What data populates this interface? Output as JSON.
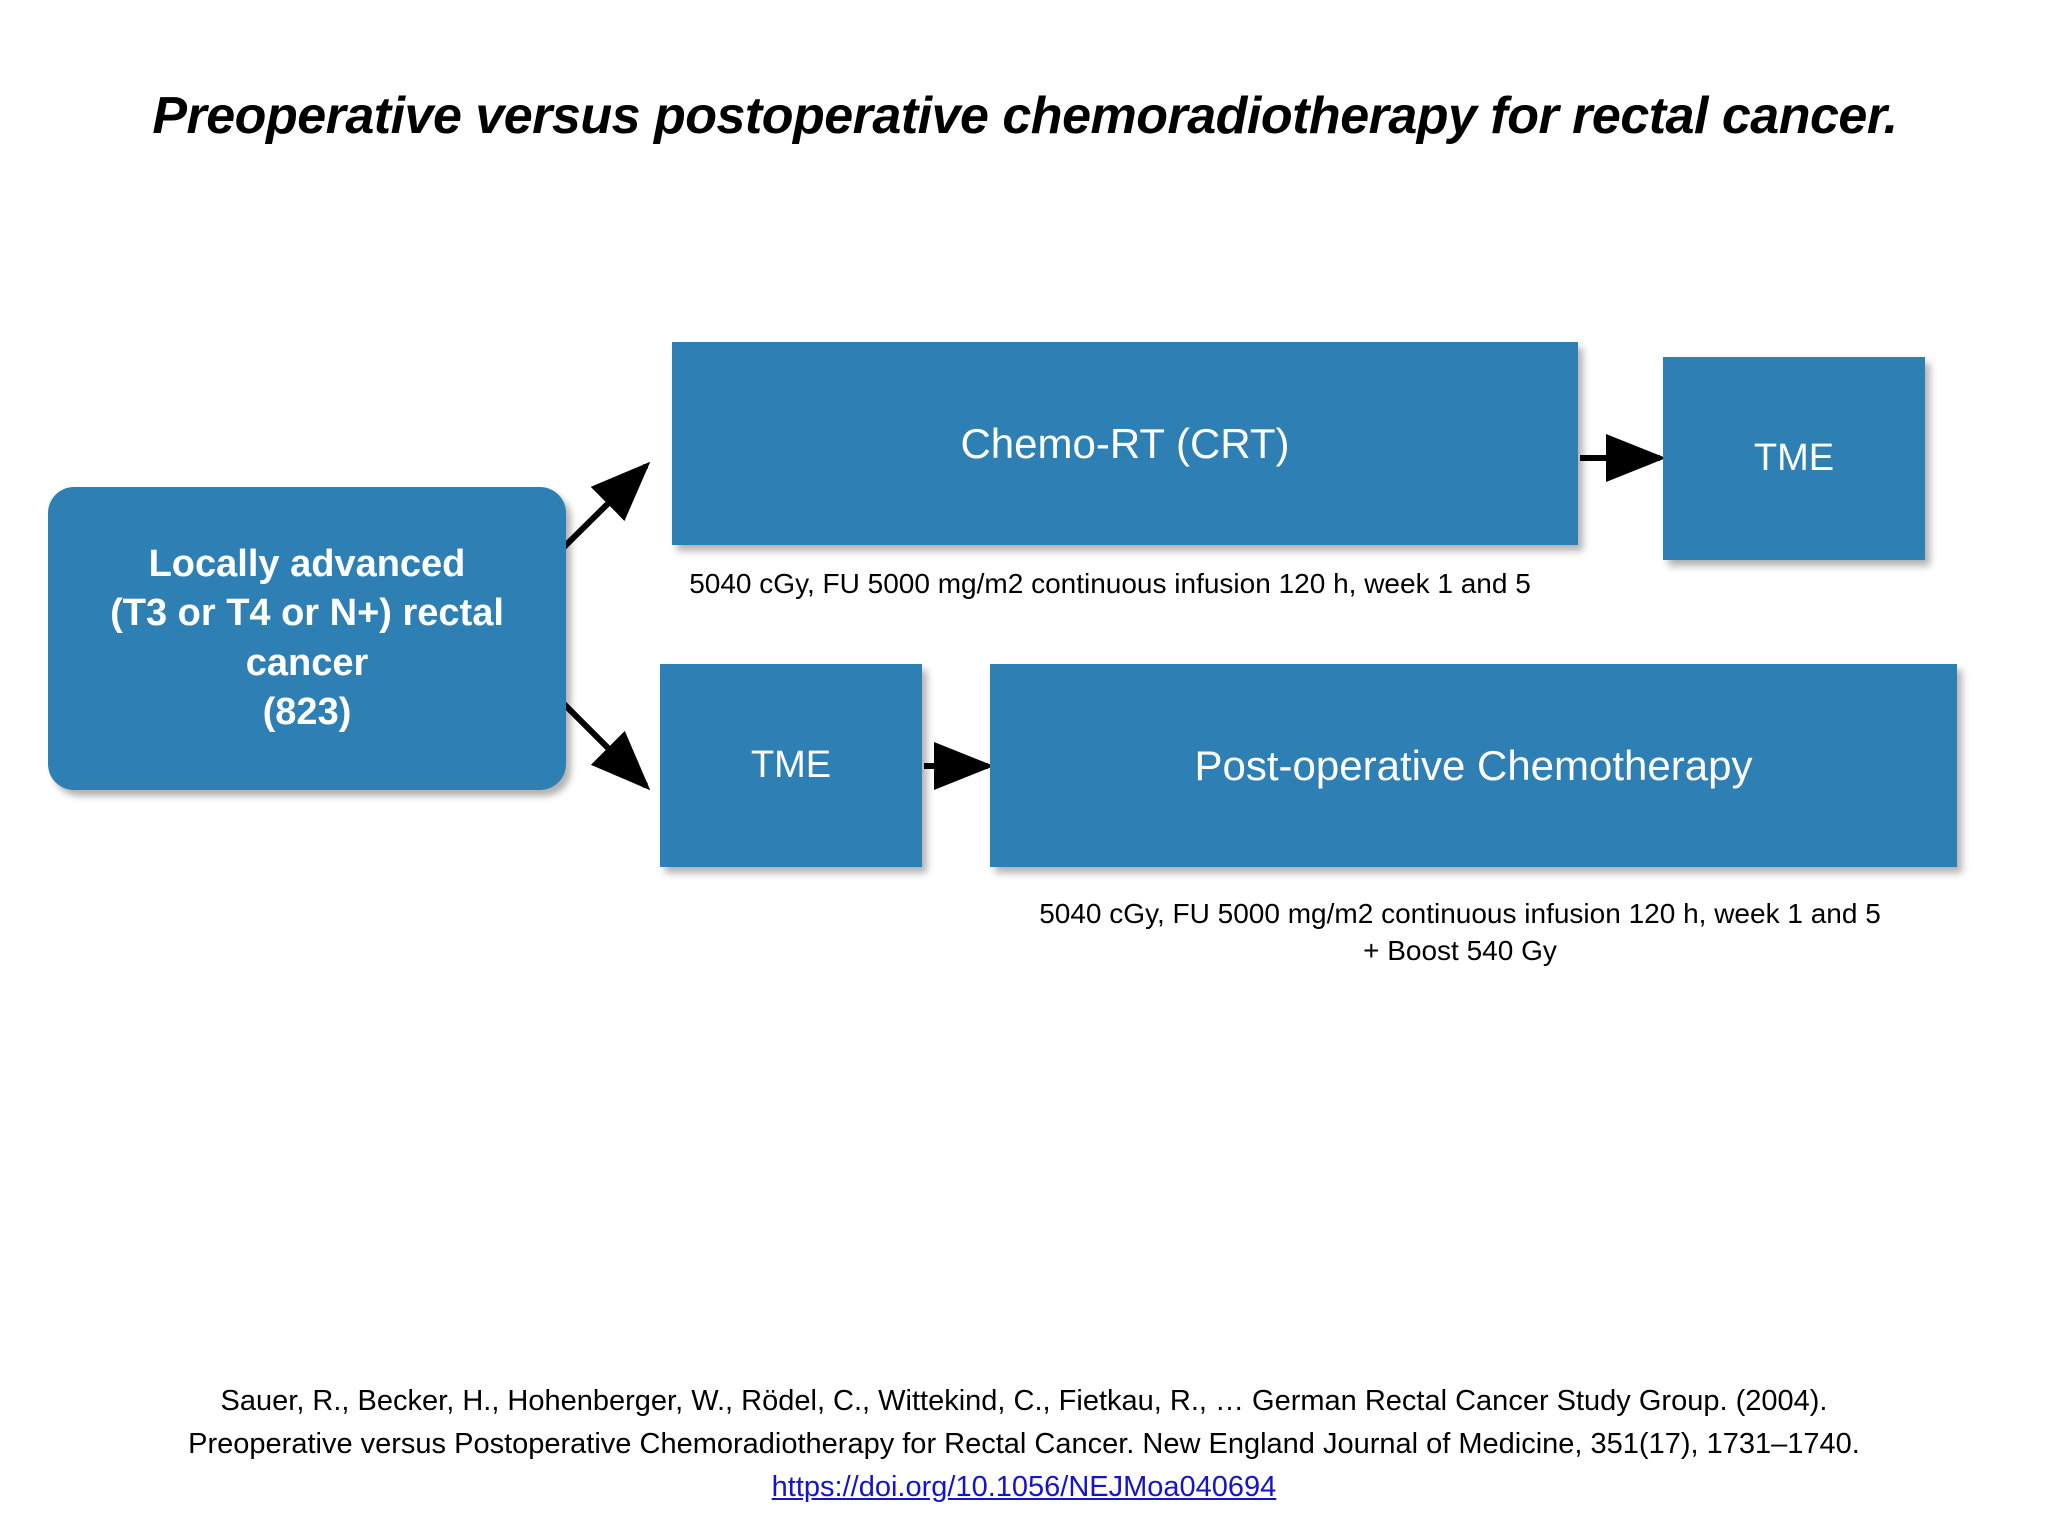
{
  "slide": {
    "title": "Preoperative versus postoperative chemoradiotherapy for rectal cancer.",
    "background_color": "#ffffff",
    "node_color": "#2e80b4",
    "node_text_color": "#ffffff",
    "link_color": "#1414cc"
  },
  "diagram": {
    "type": "flowchart",
    "nodes": [
      {
        "id": "population",
        "label": "Locally advanced\n(T3 or T4 or N+) rectal\ncancer\n(823)",
        "shape": "rounded-rectangle"
      },
      {
        "id": "crt",
        "label": "Chemo-RT (CRT)",
        "shape": "rectangle"
      },
      {
        "id": "tme-top",
        "label": "TME",
        "shape": "rectangle"
      },
      {
        "id": "tme-bottom",
        "label": "TME",
        "shape": "rectangle"
      },
      {
        "id": "postop-chemo",
        "label": "Post-operative Chemotherapy",
        "shape": "rectangle"
      }
    ],
    "edges": [
      {
        "from": "population",
        "to": "crt",
        "style": "arrow"
      },
      {
        "from": "crt",
        "to": "tme-top",
        "style": "arrow"
      },
      {
        "from": "population",
        "to": "tme-bottom",
        "style": "arrow"
      },
      {
        "from": "tme-bottom",
        "to": "postop-chemo",
        "style": "arrow"
      }
    ],
    "captions": {
      "crt_regimen": "5040 cGy, FU 5000 mg/m2 continuous infusion 120 h, week 1 and 5",
      "postop_regimen": "5040 cGy, FU 5000 mg/m2 continuous infusion 120 h, week 1 and 5\n+ Boost 540 Gy"
    }
  },
  "citation": {
    "line1": "Sauer, R., Becker, H., Hohenberger, W., Rödel, C., Wittekind, C., Fietkau, R., … German Rectal Cancer Study Group. (2004).",
    "line2": "Preoperative versus Postoperative Chemoradiotherapy for Rectal Cancer. New England Journal of Medicine, 351(17), 1731–1740.",
    "link": "https://doi.org/10.1056/NEJMoa040694"
  }
}
